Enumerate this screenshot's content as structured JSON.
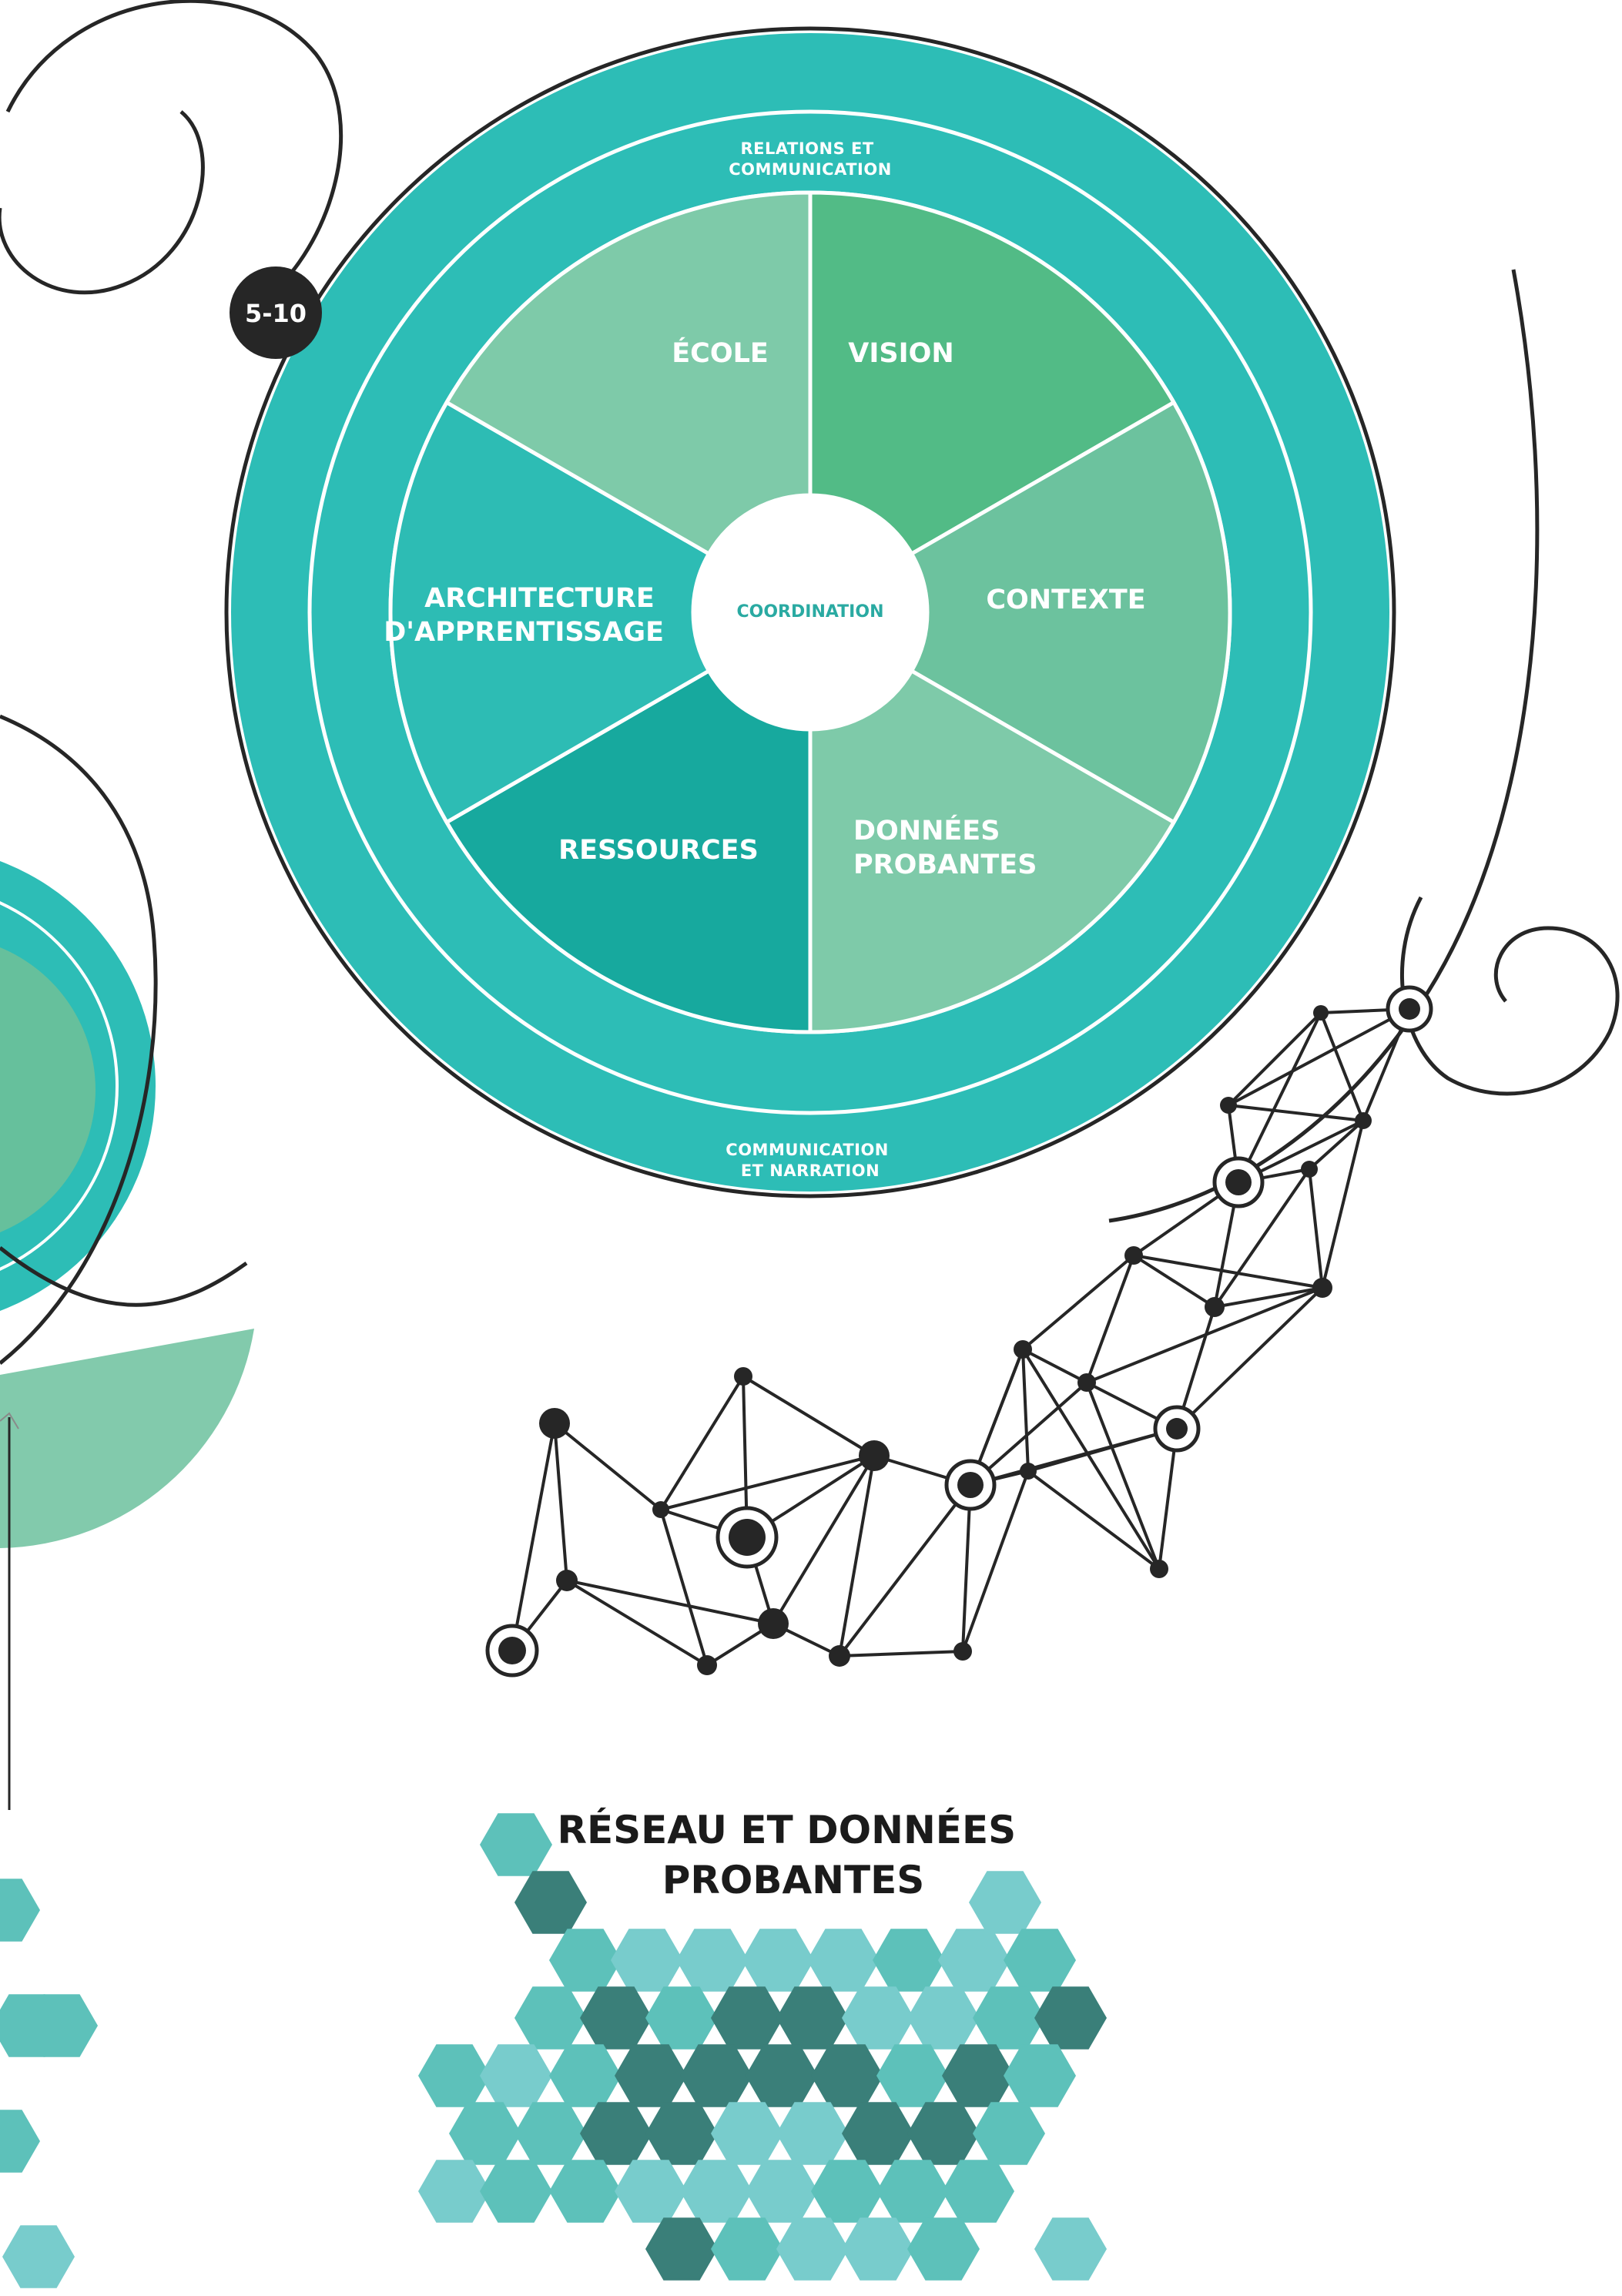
{
  "badge": {
    "label": "5-10"
  },
  "wheel": {
    "outer_top": [
      "RELATIONS ET",
      "COMMUNICATION"
    ],
    "outer_bottom": [
      "COMMUNICATION",
      "ET NARRATION"
    ],
    "hub": "COORDINATION",
    "segments": [
      {
        "lines": [
          "VISION"
        ],
        "color": "#52bb86"
      },
      {
        "lines": [
          "CONTEXTE"
        ],
        "color": "#6cc29e"
      },
      {
        "lines": [
          "DONNÉES",
          "PROBANTES"
        ],
        "color": "#7ecaa9"
      },
      {
        "lines": [
          "RESSOURCES"
        ],
        "color": "#17a99e"
      },
      {
        "lines": [
          "ARCHITECTURE",
          "D'APPRENTISSAGE"
        ],
        "color": "#2dbcb4"
      },
      {
        "lines": [
          "ÉCOLE"
        ],
        "color": "#7ecaa9"
      }
    ]
  },
  "network": {
    "title": [
      "RÉSEAU ET DONNÉES",
      "PROBANTES"
    ]
  },
  "colors": {
    "ring_teal": "#2dbdb6",
    "ink": "#262626",
    "hub_text": "#2aaaa2",
    "hex_light": "#78cccc",
    "hex_mid": "#5dc1ba",
    "hex_dark": "#3a7f79",
    "left_wedge": "#82caac"
  }
}
